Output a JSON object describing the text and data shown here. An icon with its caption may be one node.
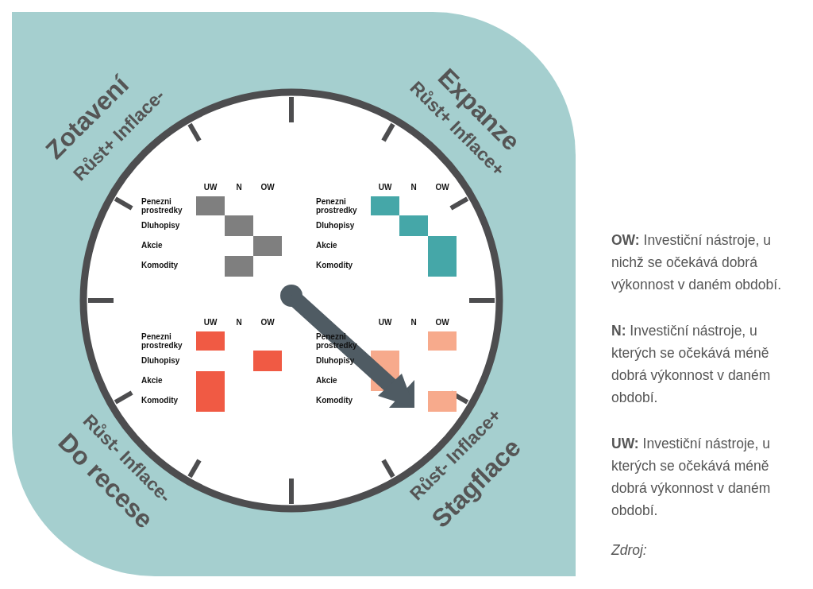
{
  "diagram": {
    "labels": [
      "Zotavení",
      "Růst+ Inflace-",
      "Expanze",
      "Růst+ Inflace+",
      "UW",
      "N",
      "OW",
      "Penezni prostredky",
      "Dluhopisy",
      "Akcie",
      "Komodity",
      "UW",
      "N",
      "OW",
      "Penezni prostredky",
      "Dluhopisy",
      "Akcie",
      "Komodity",
      "UW",
      "N",
      "OW",
      "Penezni prostredky",
      "Dluhopisy",
      "Akcie",
      "Komodity",
      "UW",
      "N",
      "OW",
      "Penezni prostredky",
      "Dluhopisy",
      "Akcie",
      "Komodity",
      "Růst- Inflace-",
      "Do recese",
      "Růst- Inflace+",
      "Stagflace",
      "**OW:** Investiční nástroje, u nichž se očekává dobrá výkonnost v daném období.",
      "**N:** Investiční nástroje, u kterých se očekává méně dobrá výkonnost v daném období.",
      "**UW:** Investiční nástroje, u kterých se očekává méně dobrá výkonnost v daném období.",
      "*Zdroj:*"
    ]
  }
}
